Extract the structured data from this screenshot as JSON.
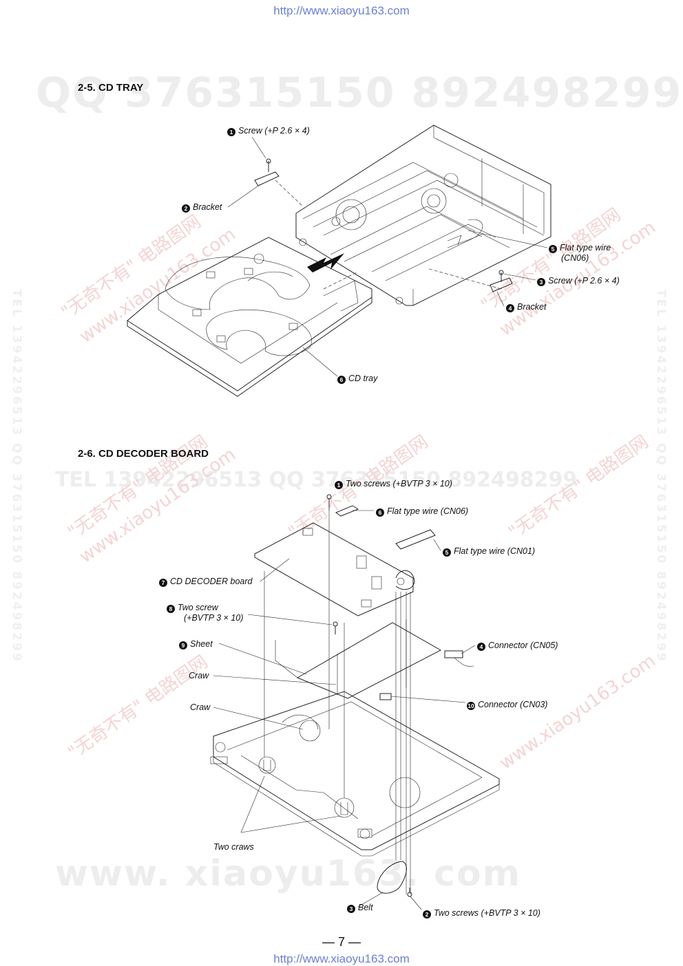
{
  "header_url": "http://www.xiaoyu163.com",
  "footer_url": "http://www.xiaoyu163.com",
  "page_number": "— 7 —",
  "watermarks": {
    "qq_line": "QQ 376315150   892498299",
    "tel_line": "TEL 13942296513   QQ 376315150   892498299",
    "www_line": "www. xiaoyu163. com",
    "diag_cn": "\"无奇不有\" 电路图网",
    "diag_url": "www.xiaoyu163.com",
    "side": "TEL 13942296513   QQ 376315150   892498299"
  },
  "section1": {
    "title": "2-5. CD TRAY",
    "labels": [
      {
        "n": "1",
        "text": "Screw  (+P 2.6 × 4)"
      },
      {
        "n": "2",
        "text": "Bracket"
      },
      {
        "n": "5",
        "text": "Flat type wire"
      },
      {
        "n": "",
        "text": "(CN06)"
      },
      {
        "n": "3",
        "text": "Screw  (+P 2.6 × 4)"
      },
      {
        "n": "4",
        "text": "Bracket"
      },
      {
        "n": "6",
        "text": "CD tray"
      }
    ]
  },
  "section2": {
    "title": "2-6. CD DECODER BOARD",
    "labels": [
      {
        "n": "1",
        "text": "Two screws  (+BVTP 3 × 10)"
      },
      {
        "n": "6",
        "text": "Flat type wire (CN06)"
      },
      {
        "n": "5",
        "text": "Flat type wire (CN01)"
      },
      {
        "n": "7",
        "text": "CD DECODER board"
      },
      {
        "n": "8",
        "text": "Two screw"
      },
      {
        "n": "",
        "text": "(+BVTP 3 × 10)"
      },
      {
        "n": "9",
        "text": "Sheet"
      },
      {
        "n": "",
        "text": "Craw"
      },
      {
        "n": "",
        "text": "Craw"
      },
      {
        "n": "4",
        "text": "Connector (CN05)"
      },
      {
        "n": "10",
        "text": "Connector (CN03)"
      },
      {
        "n": "",
        "text": "Two craws"
      },
      {
        "n": "3",
        "text": "Belt"
      },
      {
        "n": "2",
        "text": "Two screws  (+BVTP 3 × 10)"
      }
    ]
  }
}
